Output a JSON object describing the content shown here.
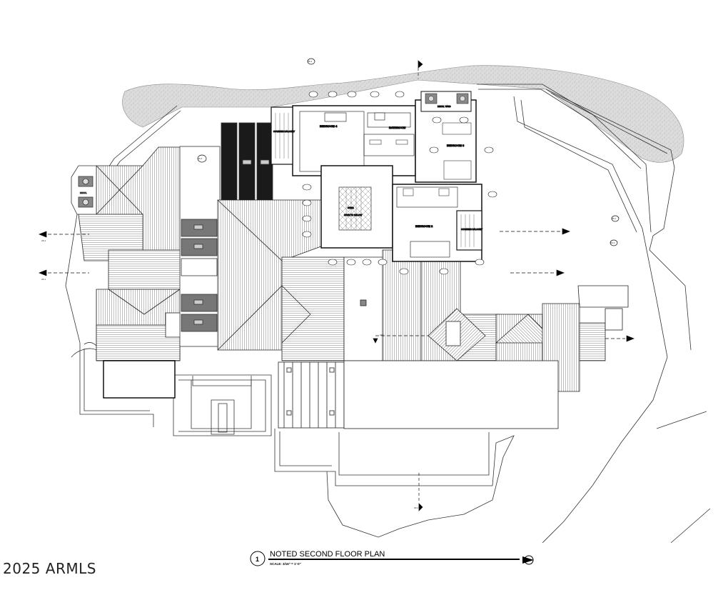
{
  "drawing": {
    "title": "NOTED SECOND FLOOR PLAN",
    "scale": "SCALE: 3/16\" = 1'-0\"",
    "detail_number": "1"
  },
  "rooms": {
    "bedroom4": "BEDROOM 4",
    "covered_balcony_west": "COVERED BALCONY",
    "bathroom": "BATHROOM",
    "bedroom3": "BEDROOM 3",
    "mech_yard": "MECH. YARD",
    "mech": "MECH.",
    "bedroom2": "BEDROOM 2",
    "covered_balcony_east": "COVERED BALCONY",
    "stair": "STAIR",
    "open_to_below": "OPEN TO BELOW"
  },
  "tags": {
    "a1": "A6.1",
    "a2": "A6.1",
    "a3": "A6.1",
    "a4": "A6.1",
    "a5": "A6.1",
    "a6": "A6.1",
    "a7": "A6.1",
    "a8": "A6.1"
  },
  "watermark": {
    "text": "2025 ARMLS"
  }
}
